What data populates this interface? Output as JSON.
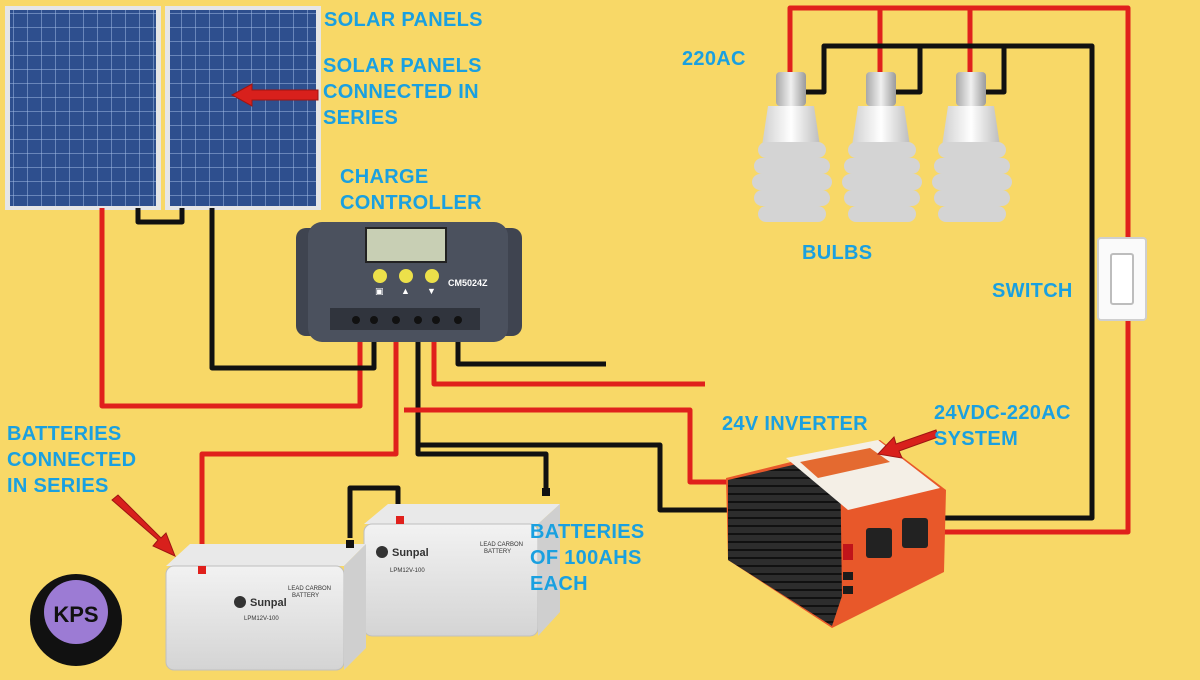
{
  "labels": {
    "solar_panels": "SOLAR PANELS",
    "series_panels": [
      "SOLAR PANELS",
      "CONNECTED IN",
      "SERIES"
    ],
    "charge_controller": [
      "CHARGE",
      "CONTROLLER"
    ],
    "ac_220": "220AC",
    "bulbs": "BULBS",
    "switch": "SWITCH",
    "inverter": "24V INVERTER",
    "system": [
      "24VDC-220AC",
      "SYSTEM"
    ],
    "batteries_series": [
      "BATTERIES",
      "CONNECTED",
      "IN SERIES"
    ],
    "batteries_capacity": [
      "BATTERIES",
      "OF 100AHS",
      "EACH"
    ]
  },
  "device_text": {
    "controller_model": "CM5024Z",
    "battery_brand": "Sunpal",
    "battery_model": "LPM12V-100",
    "battery_type": [
      "LEAD CARBON",
      "BATTERY"
    ],
    "logo": "KPS"
  },
  "colors": {
    "background": "#f8d867",
    "label": "#1aa0e0",
    "positive_wire": "#e0201c",
    "negative_wire": "#111111",
    "arrow": "#d8201c"
  }
}
